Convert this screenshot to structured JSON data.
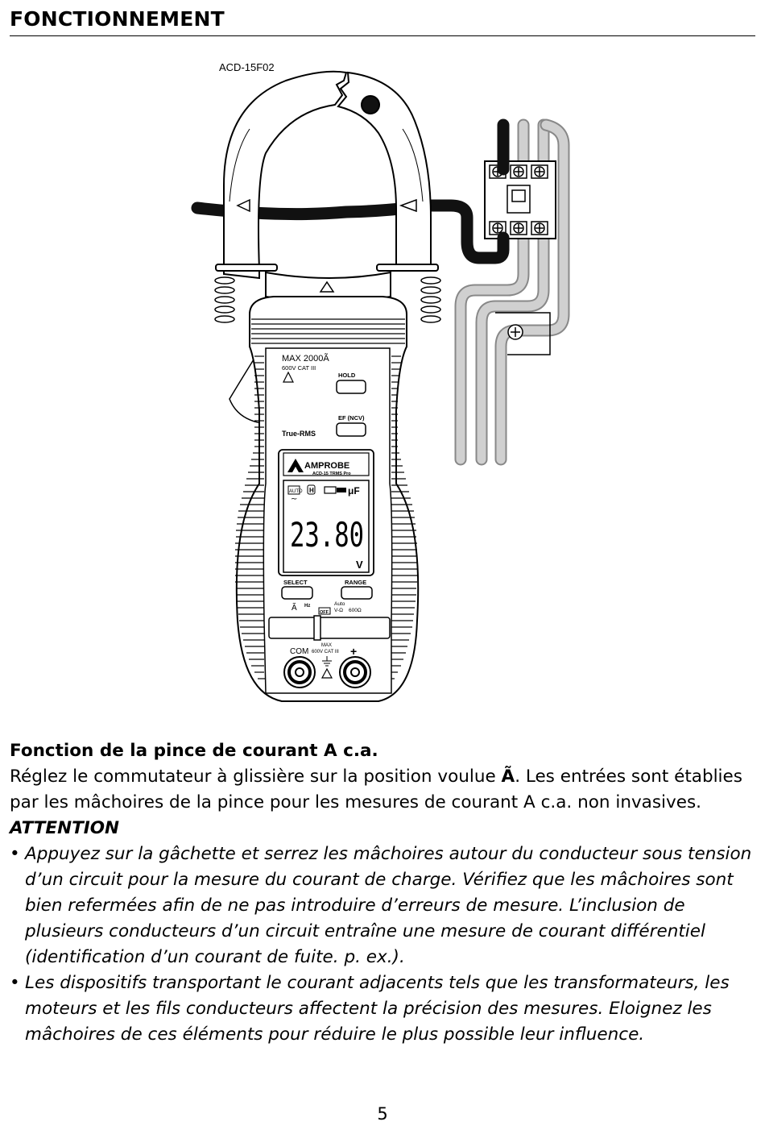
{
  "section_title": "FONCTIONNEMENT",
  "figure": {
    "ref_code": "ACD-15F02",
    "labels": {
      "max_current": "MAX 2000Ã",
      "cat_rating": "600V CAT III",
      "hold": "HOLD",
      "ef": "EF (NCV)",
      "true_rms": "True-RMS",
      "brand": "AMPROBE",
      "model": "ACD-15 TRMS Pro",
      "auto": "AUTO",
      "h": "H",
      "reading": "23.80",
      "unit": "V",
      "select": "SELECT",
      "range": "RANGE",
      "hz": "Hz",
      "off": "OFF",
      "auto2": "Auto",
      "vohm": "V-Ω",
      "ohm600": "600Ω",
      "com": "COM",
      "max": "MAX",
      "cat_rating2": "600V CAT III",
      "plus": "+"
    }
  },
  "content": {
    "heading": "Fonction de la pince de courant A c.a.",
    "para_before": "Réglez le commutateur à glissière sur la position voulue ",
    "ac_symbol": "Ã",
    "para_after": ". Les entrées sont établies par les mâchoires de la pince pour les mesures de courant A c.a. non invasives.",
    "warning_label": "ATTENTION",
    "bullet": "•",
    "bullets": [
      "Appuyez sur la gâchette et serrez les mâchoires autour du conducteur sous tension d’un circuit pour la mesure du courant de charge. Vérifiez que les mâchoires sont bien refermées afin de ne pas introduire d’erreurs de mesure. L’inclusion de plusieurs conducteurs d’un circuit entraîne une mesure de courant différentiel (identification d’un courant de fuite. p. ex.).",
      "Les dispositifs transportant le courant adjacents tels que les transformateurs, les moteurs et les fils conducteurs affectent la précision des mesures. Eloignez les mâchoires de ces éléments pour réduire le plus possible leur influence."
    ]
  },
  "page_number": "5"
}
